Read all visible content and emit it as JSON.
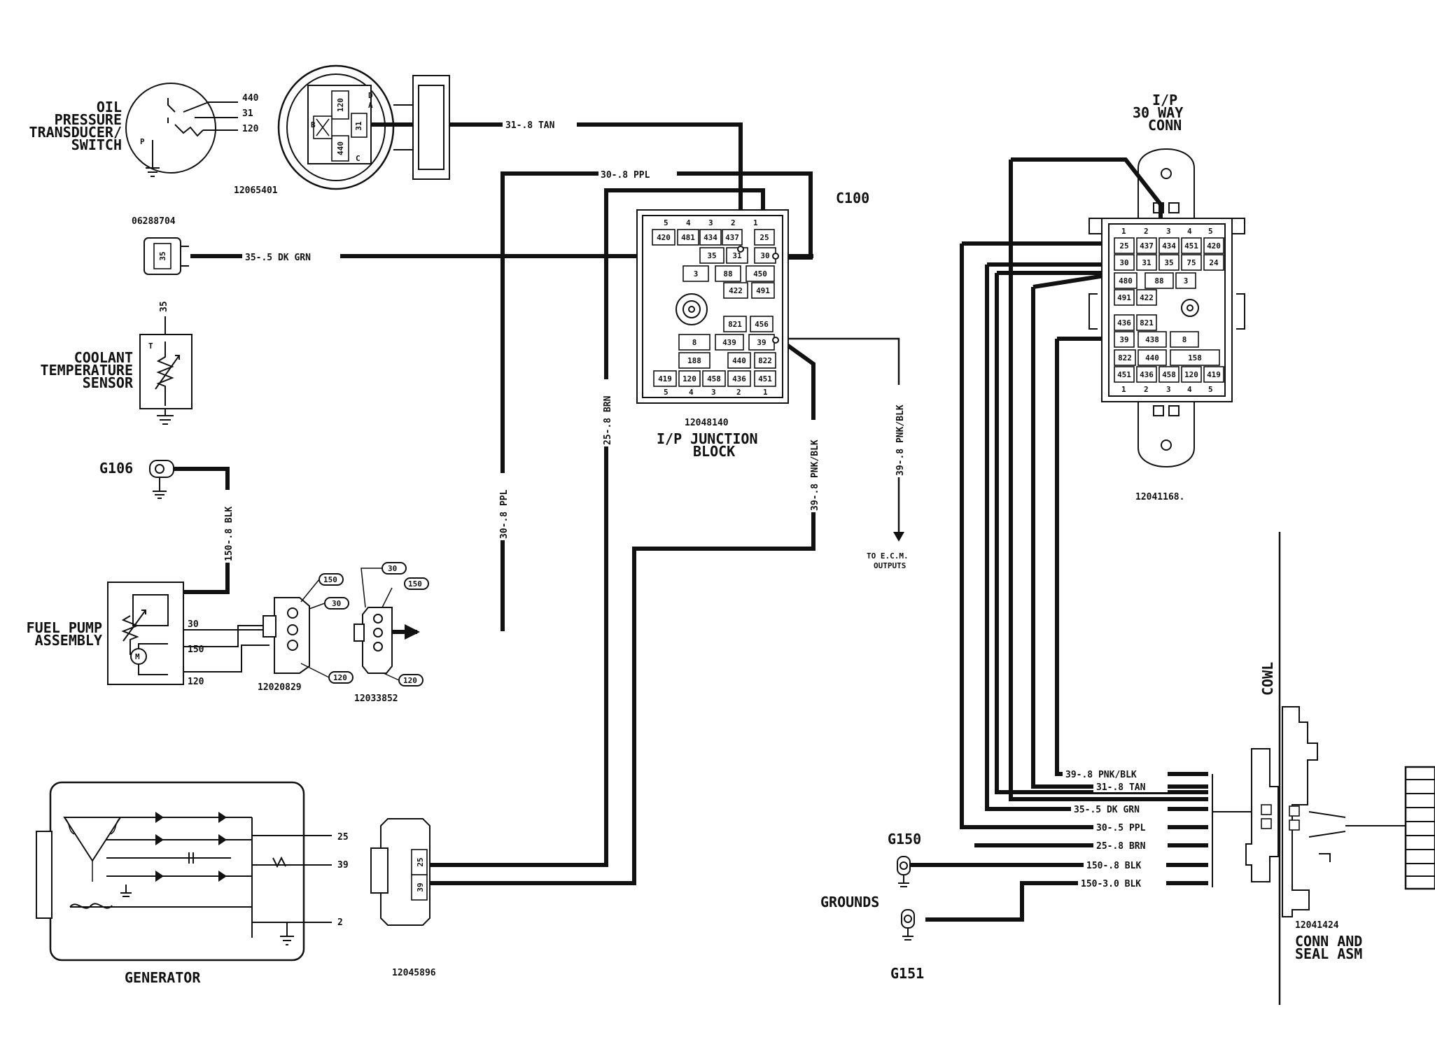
{
  "components": {
    "oil_pressure": {
      "title": [
        "OIL",
        "PRESSURE",
        "TRANSDUCER/",
        "SWITCH"
      ],
      "pins": [
        "440",
        "31",
        "120"
      ],
      "pin_letters": [
        "P"
      ],
      "part_number": "12065401",
      "connector_cavities": [
        "120",
        "B",
        "31",
        "A",
        "440",
        "D",
        "C"
      ]
    },
    "dk_grn_connector": {
      "part_number": "06288704",
      "pin": "35"
    },
    "coolant": {
      "title": [
        "COOLANT",
        "TEMPERATURE",
        "SENSOR"
      ],
      "pin": "35",
      "pin_letter": "T"
    },
    "g106": {
      "label": "G106"
    },
    "fuel_pump": {
      "title": [
        "FUEL PUMP",
        "ASSEMBLY"
      ],
      "pins": [
        "30",
        "150",
        "120"
      ]
    },
    "conn_12020829": {
      "part_number": "12020829",
      "callouts": [
        "150",
        "30",
        "120"
      ]
    },
    "conn_12033852": {
      "part_number": "12033852",
      "callouts": [
        "30",
        "150",
        "120"
      ]
    },
    "generator": {
      "title": "GENERATOR",
      "pins": [
        "25",
        "39",
        "2"
      ]
    },
    "conn_12045896": {
      "part_number": "12045896",
      "cavities": [
        "25",
        "39"
      ]
    },
    "junction_block": {
      "title": [
        "I/P JUNCTION",
        "BLOCK"
      ],
      "part_number": "12048140",
      "connector_id": "C100",
      "top_numbers": [
        "5",
        "4",
        "3",
        "2",
        "1"
      ],
      "bottom_numbers": [
        "5",
        "4",
        "3",
        "2",
        "1"
      ],
      "cells": [
        "420",
        "481",
        "434",
        "437",
        "25",
        "35",
        "31",
        "30",
        "3",
        "88",
        "450",
        "422",
        "491",
        "821",
        "456",
        "8",
        "439",
        "39",
        "188",
        "440",
        "822",
        "419",
        "120",
        "458",
        "436",
        "451"
      ]
    },
    "ip30": {
      "title": [
        "I/P",
        "30 WAY",
        "CONN"
      ],
      "part_number": "12041168.",
      "top_numbers": [
        "1",
        "2",
        "3",
        "4",
        "5"
      ],
      "bottom_numbers": [
        "1",
        "2",
        "3",
        "4",
        "5"
      ],
      "cells": [
        "25",
        "437",
        "434",
        "451",
        "420",
        "30",
        "31",
        "35",
        "75",
        "24",
        "480",
        "88",
        "3",
        "491",
        "422",
        "436",
        "821",
        "39",
        "438",
        "8",
        "822",
        "440",
        "158",
        "451",
        "436",
        "458",
        "120",
        "419"
      ]
    },
    "ecm": {
      "label": [
        "TO E.C.M.",
        "OUTPUTS"
      ]
    },
    "grounds": {
      "label": "GROUNDS",
      "g150": "G150",
      "g151": "G151"
    },
    "cowl": {
      "label": "COWL"
    },
    "conn_seal": {
      "part_number": "12041424",
      "title": [
        "CONN AND",
        "SEAL ASM"
      ]
    }
  },
  "wires": {
    "w31_tan": "31-.8 TAN",
    "w30_ppl": "30-.8 PPL",
    "w35_dkgrn": "35-.5 DK GRN",
    "w150_blk": "150-.8 BLK",
    "w30_ppl_v": "30-.8 PPL",
    "w25_brn": "25-.8 BRN",
    "w39_pnkblk": "39-.8 PNK/BLK",
    "w39_pnkblk_ecm": "39-.8 PNK/BLK"
  },
  "cowl_wires": [
    "39-.8 PNK/BLK",
    "31-.8 TAN",
    "35-.5 DK GRN",
    "30-.5 PPL",
    "25-.8 BRN",
    "150-.8 BLK",
    "150-3.0 BLK"
  ]
}
